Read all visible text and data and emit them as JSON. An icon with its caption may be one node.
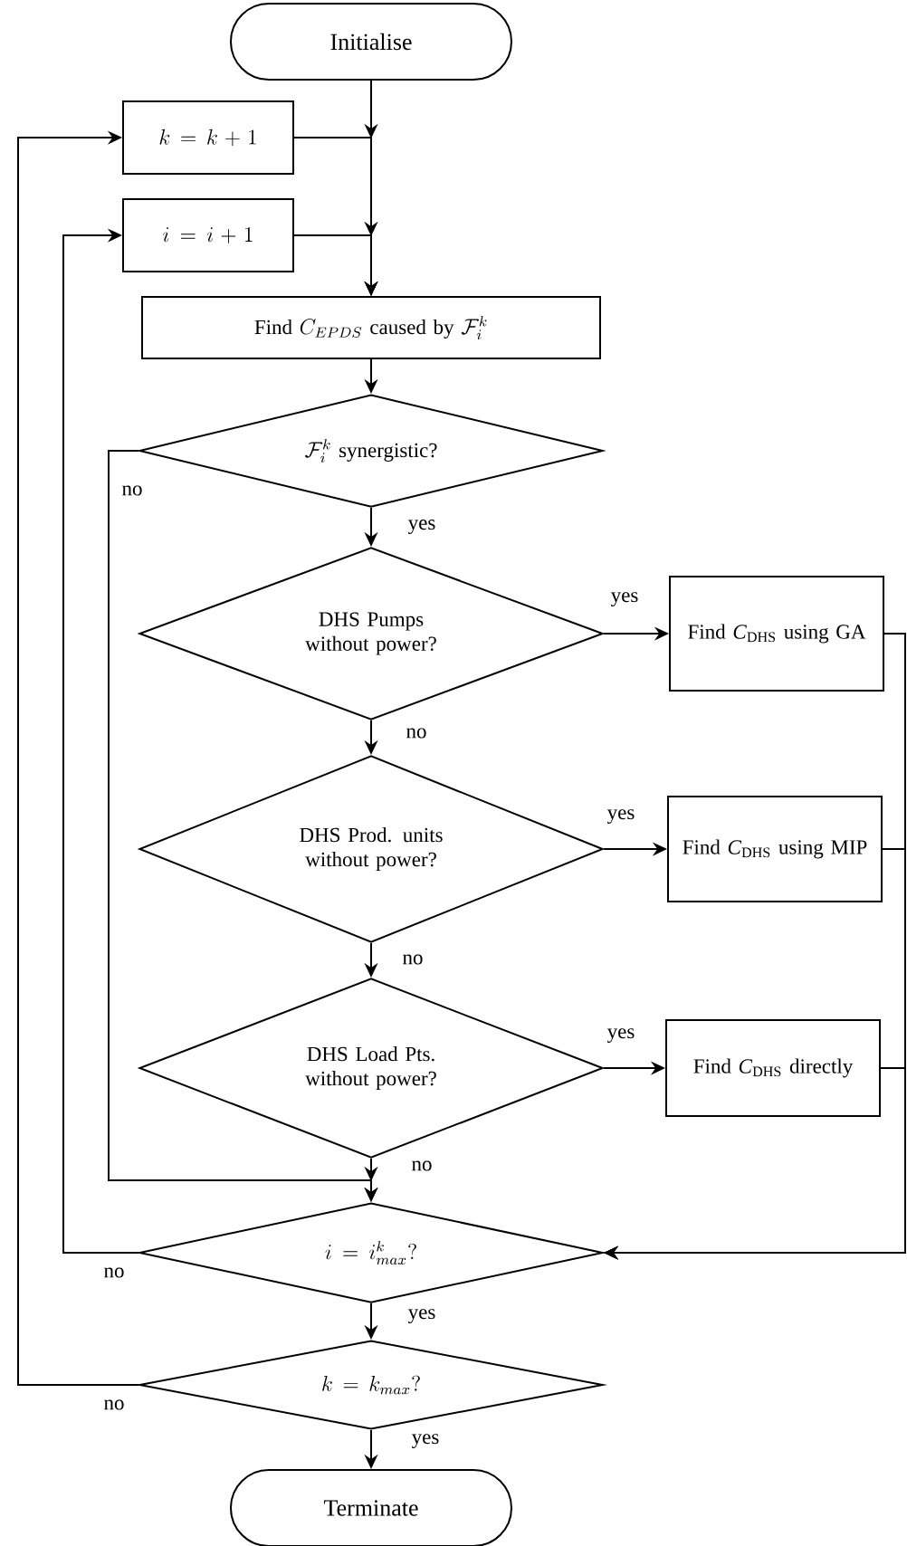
{
  "diagram": {
    "nodes": [
      {
        "text": [
          "Initialise"
        ]
      },
      {
        "text": [
          "k = k + 1"
        ]
      },
      {
        "text": [
          "i = i + 1"
        ]
      },
      {
        "text": [
          "\\text{Find } C_{EPDS} \\text{ caused by } \\mathcal{F}_i^k"
        ]
      },
      {
        "text": [
          "\\mathcal{F}_i^k \\text{ synergistic?}"
        ]
      },
      {
        "text": [
          "DHS Pumps without power?"
        ]
      },
      {
        "text": [
          "DHS Prod. units without power?"
        ]
      },
      {
        "text": [
          "DHS Load Pts. without power?"
        ]
      },
      {
        "text": [
          "i = i_{max}^k ?"
        ]
      },
      {
        "text": [
          "k = k_{max} ?"
        ]
      },
      {
        "text": [
          "Terminate"
        ]
      },
      {
        "text": [
          "Find *C*$_{DHS}$ using GA"
        ]
      },
      {
        "text": [
          "Find *C*$_{DHS}$ using MIP"
        ]
      },
      {
        "text": [
          "Find *C*$_{DHS}$ directly"
        ]
      }
    ],
    "edges": [
      {
        "from": 0,
        "to": 3,
        "arrow": "to"
      },
      {
        "from": 1,
        "to": 3,
        "arrow": "to"
      },
      {
        "from": 2,
        "to": 3,
        "arrow": "to"
      },
      {
        "from": 3,
        "to": 4,
        "arrow": "to"
      },
      {
        "from": 4,
        "to": 5,
        "arrow": "to",
        "label": "yes"
      },
      {
        "from": 4,
        "to": 8,
        "arrow": "to",
        "label": "no"
      },
      {
        "from": 5,
        "to": 11,
        "arrow": "to",
        "label": "yes"
      },
      {
        "from": 5,
        "to": 6,
        "arrow": "to",
        "label": "no"
      },
      {
        "from": 6,
        "to": 12,
        "arrow": "to",
        "label": "yes"
      },
      {
        "from": 6,
        "to": 7,
        "arrow": "to",
        "label": "no"
      },
      {
        "from": 7,
        "to": 13,
        "arrow": "to",
        "label": "yes"
      },
      {
        "from": 7,
        "to": 8,
        "arrow": "to",
        "label": "no"
      },
      {
        "from": 11,
        "to": 8,
        "arrow": "to"
      },
      {
        "from": 12,
        "to": 8,
        "arrow": "to"
      },
      {
        "from": 13,
        "to": 8,
        "arrow": "to"
      },
      {
        "from": 8,
        "to": 2,
        "arrow": "to",
        "label": "no"
      },
      {
        "from": 8,
        "to": 9,
        "arrow": "to",
        "label": "yes"
      },
      {
        "from": 9,
        "to": 1,
        "arrow": "to",
        "label": "no"
      },
      {
        "from": 9,
        "to": 10,
        "arrow": "to",
        "label": "yes"
      }
    ]
  }
}
